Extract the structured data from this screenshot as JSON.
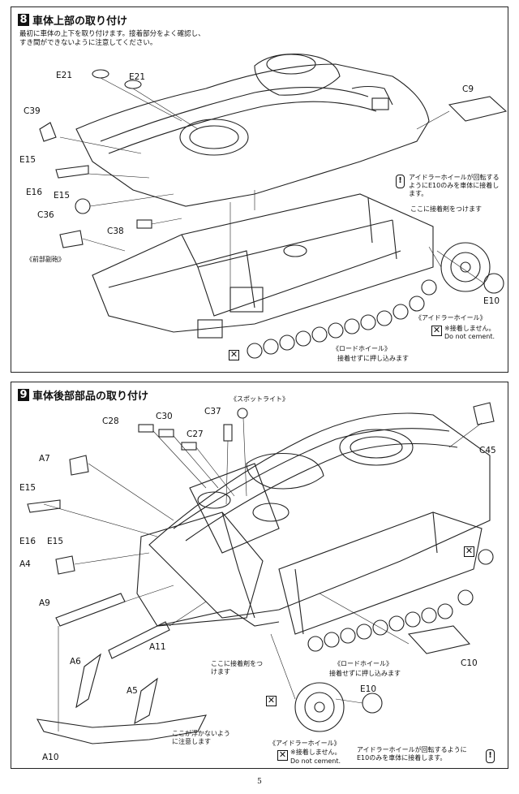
{
  "step8": {
    "number": "8",
    "title": "車体上部の取り付け",
    "instruction": "最初に車体の上下を取り付けます。接着部分をよく確認し、すき間ができないように注意してください。",
    "labels": {
      "e21a": "E21",
      "e21b": "E21",
      "c39": "C39",
      "e15": "E15",
      "e16": "E16",
      "e15b": "E15",
      "c36": "C36",
      "c38": "C38",
      "c9": "C9",
      "e10": "E10"
    },
    "front_wheel_note": "《前部副砲》",
    "idler_caution": "アイドラーホイールが回転するようにE10のみを車体に接着します。",
    "glue_here": "ここに接着剤をつけます",
    "idler_label": "《アイドラーホイール》",
    "no_cement_jp": "※接着しません。",
    "no_cement_en": "Do not cement.",
    "road_wheel_label": "《ロードホイール》",
    "road_wheel_note": "接着せずに押し込みます"
  },
  "step9": {
    "number": "9",
    "title": "車体後部部品の取り付け",
    "spotlight_label": "《スポットライト》",
    "labels": {
      "c28": "C28",
      "c30": "C30",
      "c37": "C37",
      "c27": "C27",
      "c45": "C45",
      "a7": "A7",
      "e15": "E15",
      "e16": "E16",
      "e15b": "E15",
      "a4": "A4",
      "a9": "A9",
      "a11": "A11",
      "a6": "A6",
      "a5": "A5",
      "a10": "A10",
      "c10": "C10",
      "e10": "E10"
    },
    "glue_here": "ここに接着剤をつけます",
    "road_wheel_label": "《ロードホイール》",
    "road_wheel_note": "接着せずに押し込みます",
    "float_note": "ここが浮かないように注意します",
    "idler_label": "《アイドラーホイール》",
    "no_cement_jp": "※接着しません。",
    "no_cement_en": "Do not cement.",
    "idler_caution": "アイドラーホイールが回転するようにE10のみを車体に接着します。"
  },
  "page_number": "5"
}
